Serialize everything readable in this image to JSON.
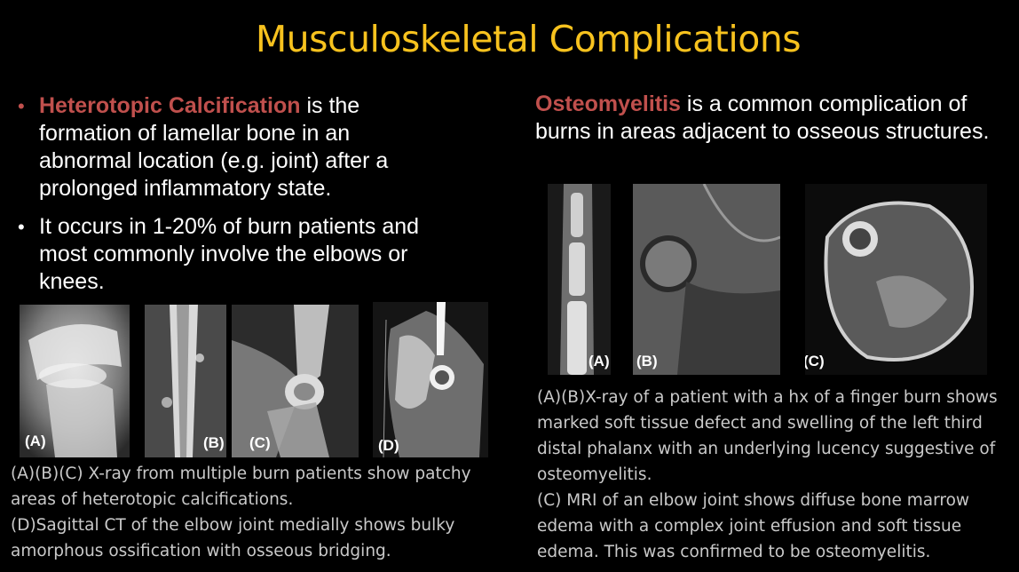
{
  "slide": {
    "title": "Musculoskeletal Complications"
  },
  "left": {
    "bullets": [
      {
        "highlight": "Heterotopic Calcification",
        "text": " is the formation of lamellar bone in an abnormal location (e.g. joint) after a prolonged inflammatory state."
      },
      {
        "highlight": "",
        "text": "It occurs in 1-20% of burn patients and most commonly involve the elbows or knees."
      }
    ],
    "bullet_symbol": "•",
    "figure_labels": [
      "(A)",
      "(B)",
      "(C)",
      "(D)"
    ],
    "caption_lines": [
      "(A)(B)(C) X-ray from multiple burn patients show patchy areas of heterotopic calcifications.",
      "(D)Sagittal CT of the elbow joint medially shows bulky amorphous ossification with osseous bridging."
    ]
  },
  "right": {
    "highlight": "Osteomyelitis",
    "text": " is a common complication of burns in areas adjacent to osseous structures.",
    "figure_labels": [
      "(A)",
      "(B)",
      "(C)"
    ],
    "caption_lines": [
      "(A)(B)X-ray of a patient with a hx of a finger burn shows marked soft tissue defect and swelling of the left third distal phalanx with an underlying lucency suggestive of osteomyelitis.",
      "(C) MRI of an elbow joint shows diffuse bone marrow edema with a complex joint effusion and soft tissue edema. This was confirmed to be osteomyelitis."
    ]
  },
  "colors": {
    "title": "#f7c21e",
    "highlight": "#c0504d",
    "caption": "#c9c9c9",
    "background": "#000000"
  }
}
